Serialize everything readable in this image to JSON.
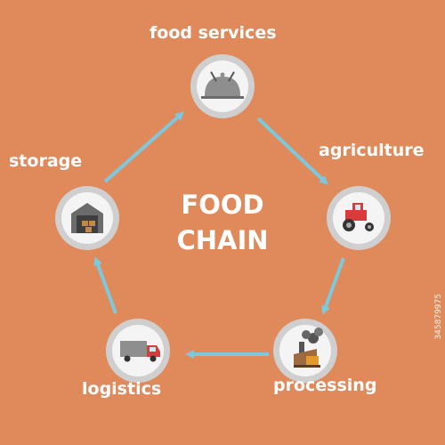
{
  "colors": {
    "background": "#e08a5b",
    "arrow": "#7cc8dd",
    "circle_ring": "#cfcfcf",
    "circle_fill": "#f4f4f4",
    "text": "#ffffff"
  },
  "diagram": {
    "title_line1": "FOOD",
    "title_line2": "CHAIN",
    "nodes": [
      {
        "id": "food-services",
        "label": "food services",
        "icon": "cloche-cutlery-icon"
      },
      {
        "id": "agriculture",
        "label": "agriculture",
        "icon": "tractor-icon"
      },
      {
        "id": "processing",
        "label": "processing",
        "icon": "factory-icon"
      },
      {
        "id": "logistics",
        "label": "logistics",
        "icon": "truck-icon"
      },
      {
        "id": "storage",
        "label": "storage",
        "icon": "warehouse-icon"
      }
    ]
  },
  "watermark": "345879975"
}
